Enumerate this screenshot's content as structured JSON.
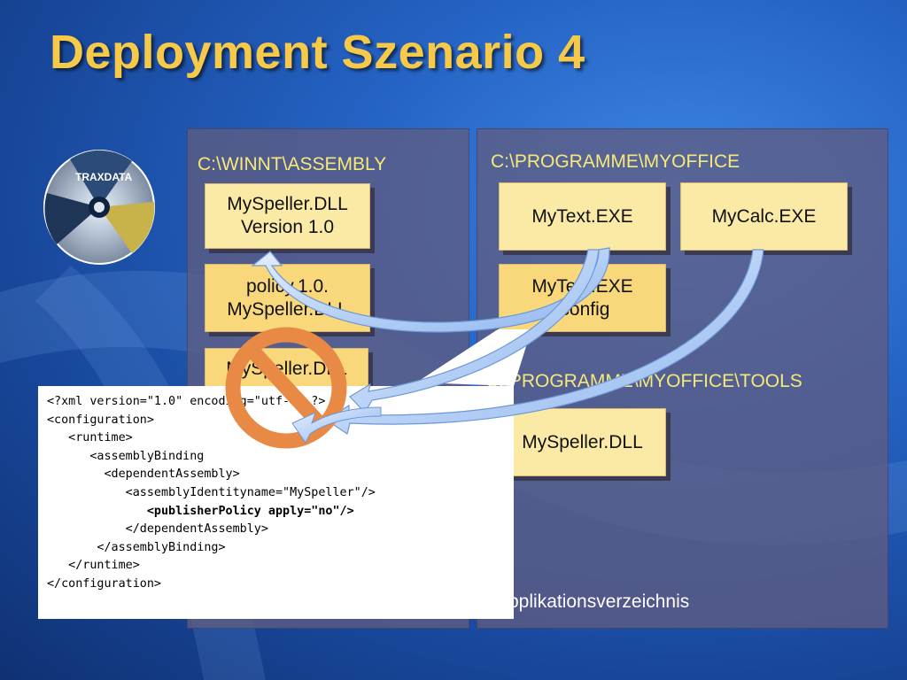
{
  "slide": {
    "title": "Deployment Szenario 4",
    "footer": "Applikationsverzeichnis"
  },
  "left_panel": {
    "label": "C:\\WINNT\\ASSEMBLY",
    "boxes": [
      {
        "line1": "MySpeller.DLL",
        "line2": "Version 1.0"
      },
      {
        "line1": "policy.1.0.",
        "line2": "MySpeller.DLL"
      },
      {
        "line1": "MySpeller.DLL",
        "line2": ""
      }
    ]
  },
  "right_panel": {
    "label": "C:\\PROGRAMME\\MYOFFICE",
    "tools_label": "C:\\PROGRAMME\\MYOFFICE\\TOOLS",
    "boxes": [
      {
        "line1": "MyText.EXE"
      },
      {
        "line1": "MyCalc.EXE"
      },
      {
        "line1": "MyText.EXE",
        "line2": ".config"
      },
      {
        "line1": "MySpeller.DLL"
      }
    ]
  },
  "logo": {
    "text": "TRAXDATA"
  },
  "code": {
    "lines": [
      "<?xml version=\"1.0\" encoding=\"utf-8\" ?>",
      "<configuration>",
      "   <runtime>",
      "      <assemblyBinding",
      "        <dependentAssembly>",
      "           <assemblyIdentityname=\"MySpeller\"/>",
      "              <publisherPolicy apply=\"no\"/>",
      "           </dependentAssembly>",
      "       </assemblyBinding>",
      "   </runtime>",
      "</configuration>"
    ],
    "bold_line_index": 6
  },
  "colors": {
    "title": "#f7c948",
    "box": "#fbeaa6",
    "box_alt": "#f9d77b",
    "panel_label": "#f7e87a",
    "arrow": "#a9c8f2",
    "forbidden_sign": "#e88a45"
  }
}
